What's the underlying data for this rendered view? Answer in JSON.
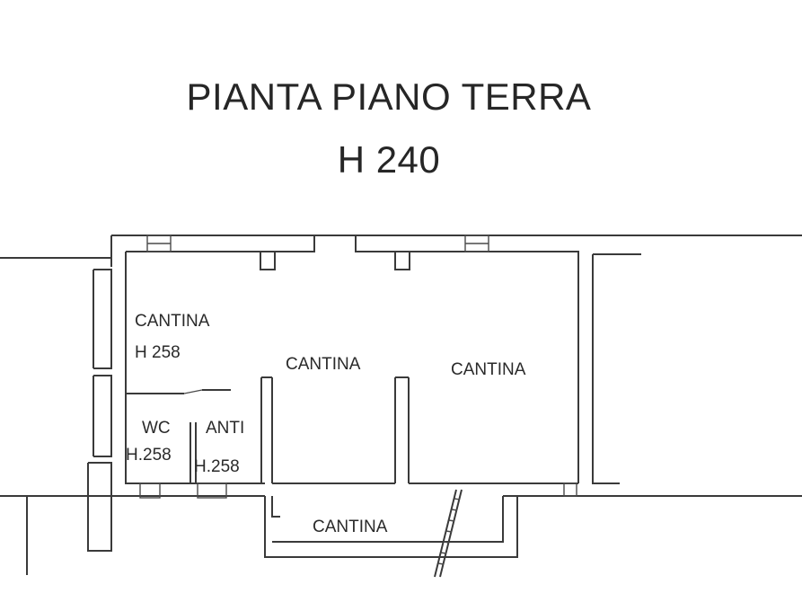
{
  "header": {
    "title": "PIANTA PIANO TERRA",
    "height_label": "H 240"
  },
  "rooms": [
    {
      "name": "CANTINA",
      "height": "H 258"
    },
    {
      "name": "CANTINA"
    },
    {
      "name": "CANTINA"
    },
    {
      "name": "WC",
      "height": "H.258"
    },
    {
      "name": "ANTI",
      "height": "H.258"
    },
    {
      "name": "CANTINA"
    }
  ],
  "colors": {
    "line": "#3a3a3a",
    "text": "#2a2a2a",
    "background": "#ffffff"
  }
}
